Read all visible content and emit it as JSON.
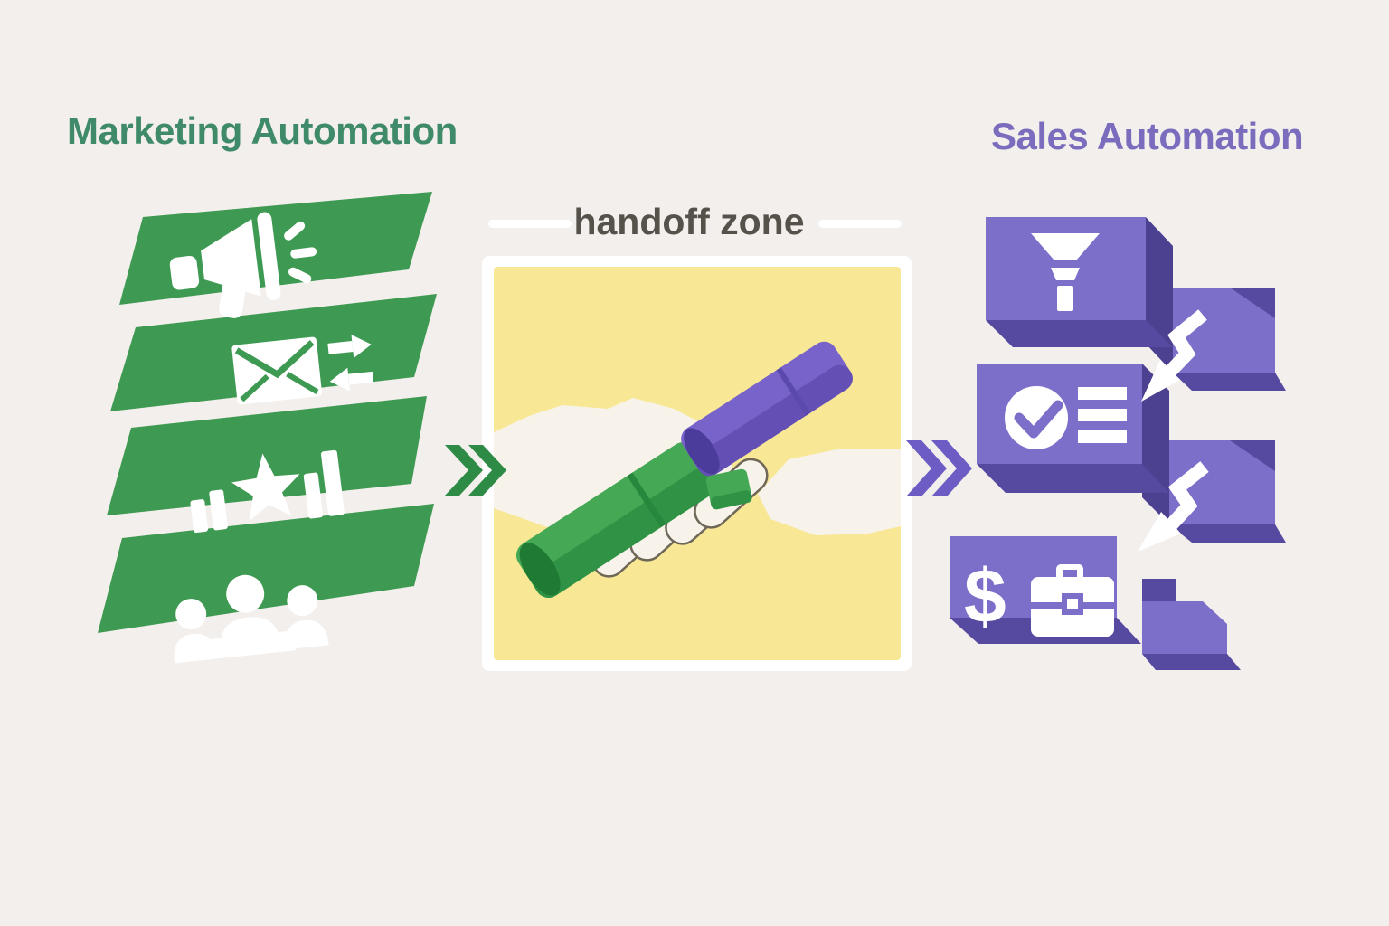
{
  "illustration_title": "Marketing to Sales automation handoff (baton pass) illustration",
  "left_section": {
    "title": "Marketing Automation",
    "banners": [
      {
        "icon": "megaphone-icon",
        "meaning": "campaigns / broadcast"
      },
      {
        "icon": "email-sync-icon",
        "meaning": "email send and receive"
      },
      {
        "icon": "rating-analytics-icon",
        "meaning": "lead scoring / analytics"
      },
      {
        "icon": "team-icon",
        "meaning": "audience / contacts"
      }
    ]
  },
  "center_section": {
    "label": "handoff zone",
    "scene": "two hands passing a relay baton (green baton from marketing, purple baton to sales)"
  },
  "right_section": {
    "title": "Sales Automation",
    "blocks": [
      {
        "icon": "funnel-icon",
        "meaning": "sales funnel"
      },
      {
        "icon": "checklist-icon",
        "meaning": "qualified tasks / checklist"
      },
      {
        "icon": "dollar-briefcase-icon",
        "meaning": "closed revenue / deals"
      }
    ],
    "connectors": [
      "zigzag-arrow-down",
      "zigzag-arrow-down"
    ]
  },
  "flow_icons": {
    "left_of_box": "double-chevron-right-green",
    "right_of_box": "double-chevron-right-purple"
  },
  "colors": {
    "background": "#f3efec",
    "title_green": "#3e8a69",
    "title_purple": "#7b6cbd",
    "banner_green": "#3e9a52",
    "chevron_green": "#2e8b45",
    "chevron_purple": "#6c5cc4",
    "box_yellow": "#f8e794",
    "box_border": "#ffffff",
    "handoff_text": "#55524b",
    "slab_purple": "#7c6fca",
    "slab_purple_dark": "#564aa0",
    "slab_purple_wall": "#4c4190",
    "baton_green": "#45a854",
    "baton_green_dark": "#2f9245",
    "baton_green_cap": "#1f7a33",
    "baton_purple": "#7763c9",
    "baton_purple_dark": "#6450b4",
    "baton_purple_cap": "#4b3c9c",
    "arm_white": "#f8f3ea",
    "icon_white": "#ffffff"
  }
}
